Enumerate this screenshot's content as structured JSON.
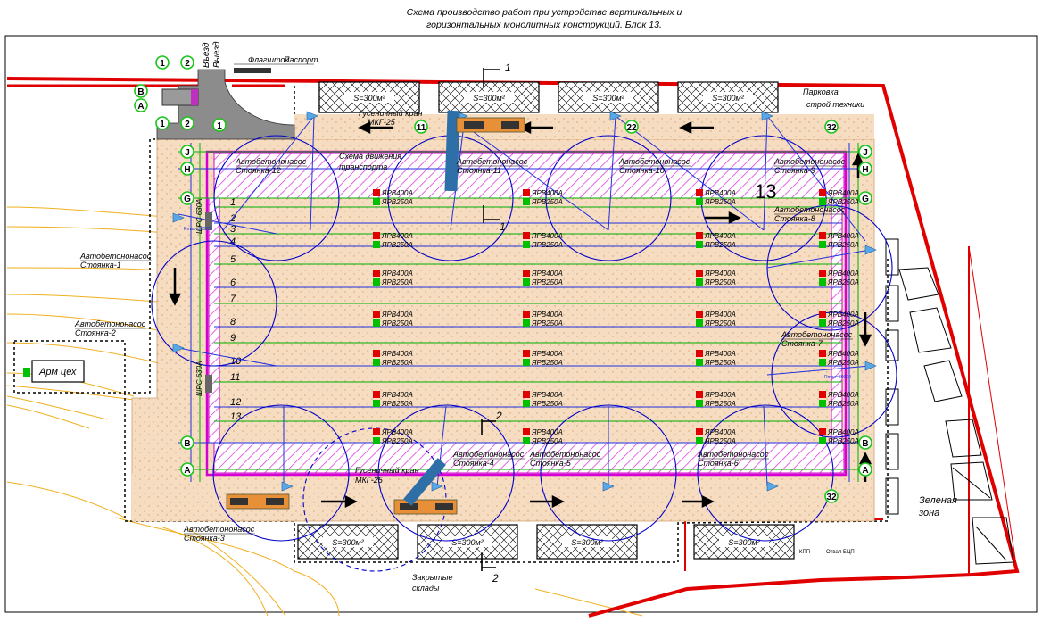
{
  "title": {
    "line1": "Схема производство работ при устройстве вертикальных и",
    "line2": "горизонтальных монолитных конструкций. Блок 13."
  },
  "block_number": "13",
  "labels": {
    "flagpole": "Флагшток",
    "passport": "Паспорт",
    "entry": "Въезд",
    "exit": "Выезд",
    "parking_1": "Парковка",
    "parking_2": "строй техники",
    "traffic_1": "Схема движения",
    "traffic_2": "транспорта",
    "crane_top_1": "Гусеничный кран",
    "crane_top_2": "МКГ-25",
    "crane_bottom_1": "Гусеничный кран",
    "crane_bottom_2": "МКГ-25",
    "arm_shop": "Арм цех",
    "closed_storage_1": "Закрытые",
    "closed_storage_2": "склады",
    "green_zone_1": "Зеленая",
    "green_zone_2": "зона",
    "shrs_upper": "ШРС 630А",
    "shrs_lower": "ШРС 630А",
    "rmax": "Rmax=30000",
    "small_label_a": "КПП",
    "small_label_b": "Отвал БЦП"
  },
  "pump_label": "Автобетононасос",
  "stands": [
    "Стоянка-1",
    "Стоянка-2",
    "Стоянка-3",
    "Стоянка-4",
    "Стоянка-5",
    "Стоянка-6",
    "Стоянка-7",
    "Стоянка-8",
    "Стоянка-9",
    "Стоянка-10",
    "Стоянка-11",
    "Стоянка-12"
  ],
  "storage_area": "S=300м²",
  "panel_400": "ЯРВ400А",
  "panel_250": "ЯРВ250А",
  "axes_numeric": [
    "1",
    "2",
    "3",
    "4",
    "5",
    "6",
    "7",
    "8",
    "9",
    "10",
    "11",
    "12",
    "13"
  ],
  "axes_letters": [
    "J",
    "H",
    "G",
    "B",
    "A"
  ],
  "gate_markers": [
    "1",
    "2",
    "1",
    "2",
    "1"
  ],
  "gate_letters": [
    "B",
    "A"
  ],
  "badges": [
    "11",
    "22",
    "32",
    "32"
  ],
  "section_marks": [
    "1",
    "1",
    "2",
    "2"
  ],
  "colors": {
    "fence": "#e00000",
    "building_outline": "#d400d4",
    "hatch": "#e040e0",
    "crane_radius": "#0000c8",
    "axis_line_blue": "#2030e0",
    "axis_line_green": "#00b000",
    "sand_fill": "#f6dcc0",
    "cable": "#f0b020",
    "panel_red": "#e00000",
    "panel_green": "#00c000",
    "label_green": "#18c418"
  }
}
